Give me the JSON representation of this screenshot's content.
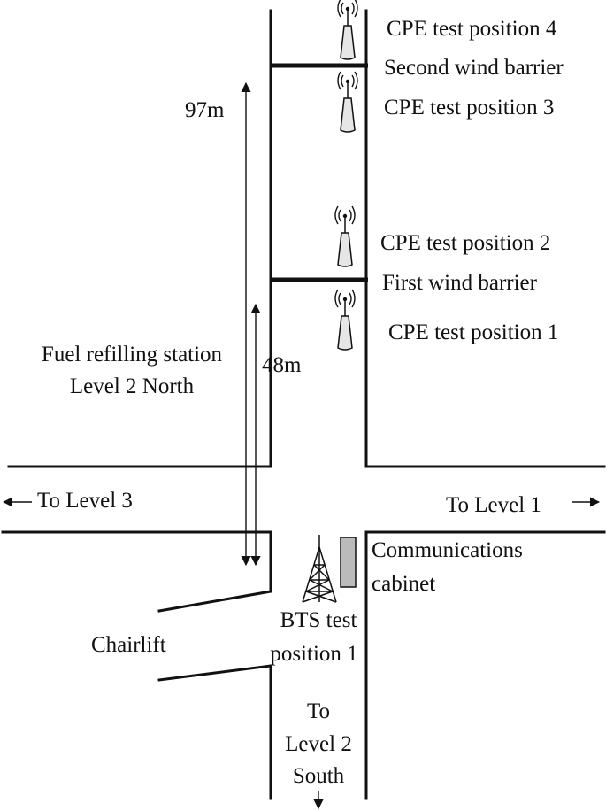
{
  "labels": {
    "cpe4": "CPE test position 4",
    "barrier2": "Second wind barrier",
    "cpe3": "CPE test position 3",
    "cpe2": "CPE test position 2",
    "barrier1": "First wind barrier",
    "cpe1": "CPE test position 1",
    "dist97": "97m",
    "dist48": "48m",
    "fuel_line1": "Fuel refilling station",
    "fuel_line2": "Level 2 North",
    "to_level3": "To Level 3",
    "to_level1": "To Level 1",
    "comm_line1": "Communications",
    "comm_line2": "cabinet",
    "chairlift": "Chairlift",
    "bts_line1": "BTS test",
    "bts_line2": "position 1",
    "south_line1": "To",
    "south_line2": "Level 2",
    "south_line3": "South"
  },
  "icons": {
    "cpe": "cpe-antenna-icon",
    "bts": "bts-tower-icon",
    "cabinet": "communications-cabinet-icon"
  },
  "colors": {
    "lines": "#111111",
    "cabinet_fill": "#bbbbbb",
    "cpe_fill": "#e6e6e6"
  }
}
